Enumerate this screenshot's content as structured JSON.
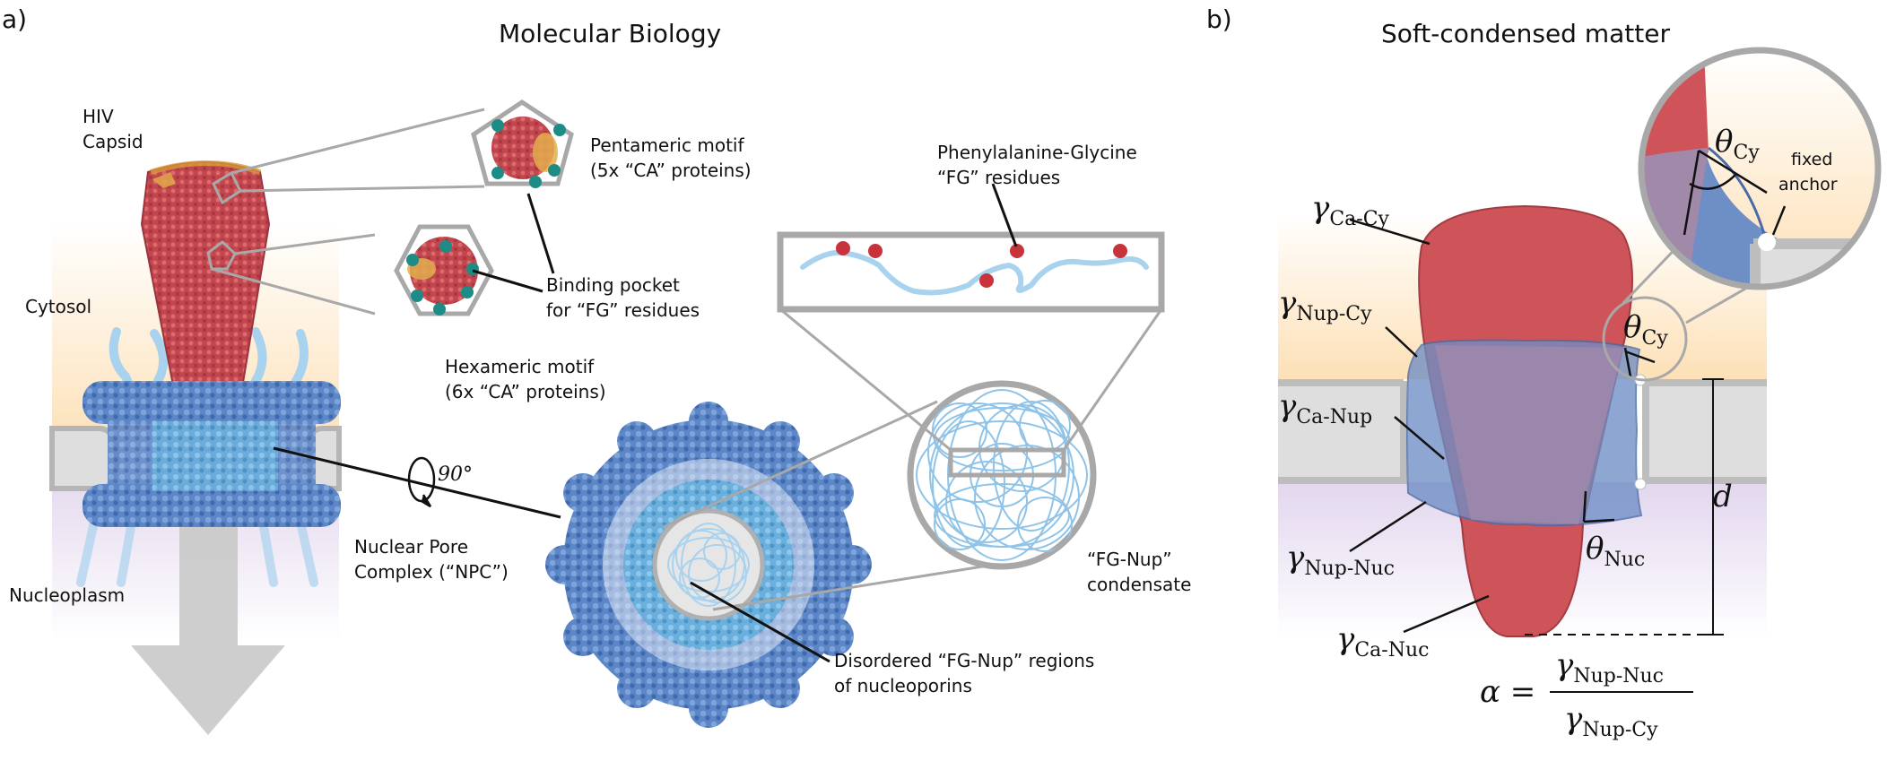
{
  "panel_a": {
    "letter": "a)",
    "title": "Molecular Biology",
    "labels": {
      "hiv_capsid_line1": "HIV",
      "hiv_capsid_line2": "Capsid",
      "cytosol": "Cytosol",
      "nucleoplasm": "Nucleoplasm",
      "pentameric_line1": "Pentameric motif",
      "pentameric_line2": "(5x “CA” proteins)",
      "binding_line1": "Binding pocket",
      "binding_line2": "for “FG” residues",
      "hexameric_line1": "Hexameric motif",
      "hexameric_line2": "(6x “CA” proteins)",
      "rotation": "90°",
      "npc_line1": "Nuclear Pore",
      "npc_line2": "Complex (“NPC”)",
      "fg_residues_line1": "Phenylalanine-Glycine",
      "fg_residues_line2": "“FG” residues",
      "condensate_line1": "“FG-Nup”",
      "condensate_line2": "condensate",
      "disordered_line1": "Disordered “FG-Nup” regions",
      "disordered_line2": "of nucleoporins"
    }
  },
  "panel_b": {
    "letter": "b)",
    "title": "Soft-condensed matter",
    "labels": {
      "fixed_anchor_line1": "fixed",
      "fixed_anchor_line2": "anchor",
      "gamma_sym": "γ",
      "theta_sym": "θ",
      "alpha_sym": "α",
      "d_sym": "d",
      "equals": "=",
      "sub_ca_cy": "Ca-Cy",
      "sub_nup_cy": "Nup-Cy",
      "sub_ca_nup": "Ca-Nup",
      "sub_nup_nuc": "Nup-Nuc",
      "sub_ca_nuc": "Ca-Nuc",
      "sub_cy": "Cy",
      "sub_nuc": "Nuc"
    }
  },
  "colors": {
    "capsid_red": "#cc4f55",
    "nup_blue": "#5b84c4",
    "fg_light_blue": "#a9d2ee",
    "membrane_grey": "#c8c8c8",
    "cytosol_orange": "#fde3bd",
    "nucleoplasm_purple": "#e6dcef",
    "binding_teal": "#1e8c86",
    "fg_red_dot": "#c8323a"
  }
}
